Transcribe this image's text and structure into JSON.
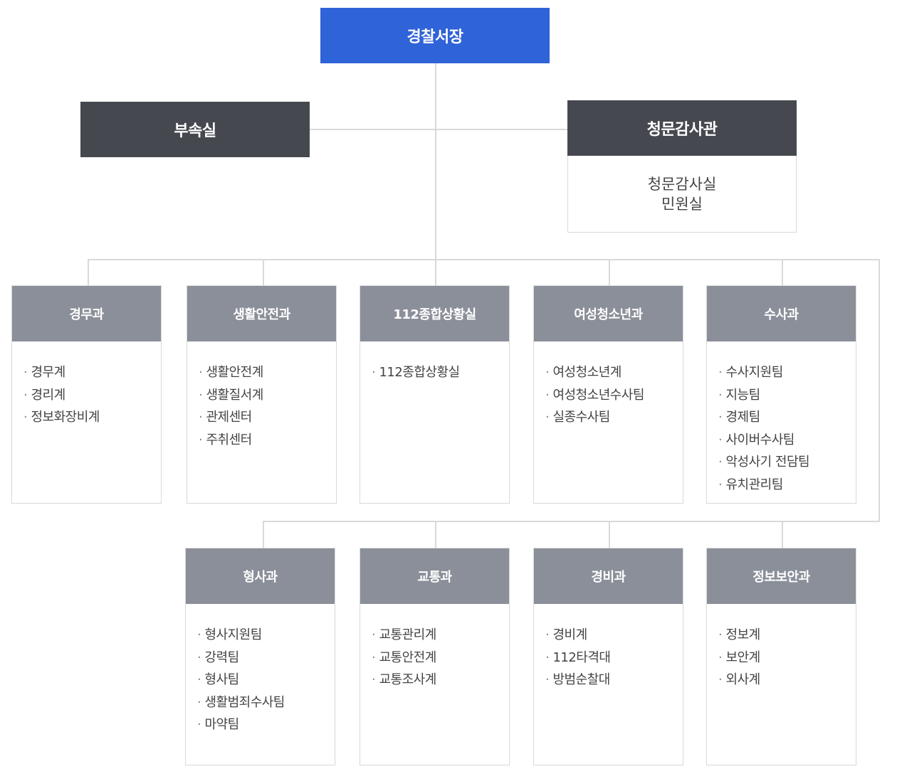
{
  "chief": "경찰서장",
  "attached_office": "부속실",
  "audit": {
    "title": "청문감사관",
    "items": [
      "청문감사실",
      "민원실"
    ]
  },
  "departments_row1": [
    {
      "name": "경무과",
      "items": [
        "경무계",
        "경리계",
        "정보화장비계"
      ]
    },
    {
      "name": "생활안전과",
      "items": [
        "생활안전계",
        "생활질서계",
        "관제센터",
        "주취센터"
      ]
    },
    {
      "name": "112종합상황실",
      "items": [
        "112종합상황실"
      ]
    },
    {
      "name": "여성청소년과",
      "items": [
        "여성청소년계",
        "여성청소년수사팀",
        "실종수사팀"
      ]
    },
    {
      "name": "수사과",
      "items": [
        "수사지원팀",
        "지능팀",
        "경제팀",
        "사이버수사팀",
        "악성사기 전담팀",
        "유치관리팀"
      ]
    }
  ],
  "departments_row2": [
    {
      "name": "형사과",
      "items": [
        "형사지원팀",
        "강력팀",
        "형사팀",
        "생활범죄수사팀",
        "마약팀"
      ]
    },
    {
      "name": "교통과",
      "items": [
        "교통관리계",
        "교통안전계",
        "교통조사계"
      ]
    },
    {
      "name": "경비과",
      "items": [
        "경비계",
        "112타격대",
        "방범순찰대"
      ]
    },
    {
      "name": "정보보안과",
      "items": [
        "정보계",
        "보안계",
        "외사계"
      ]
    }
  ]
}
